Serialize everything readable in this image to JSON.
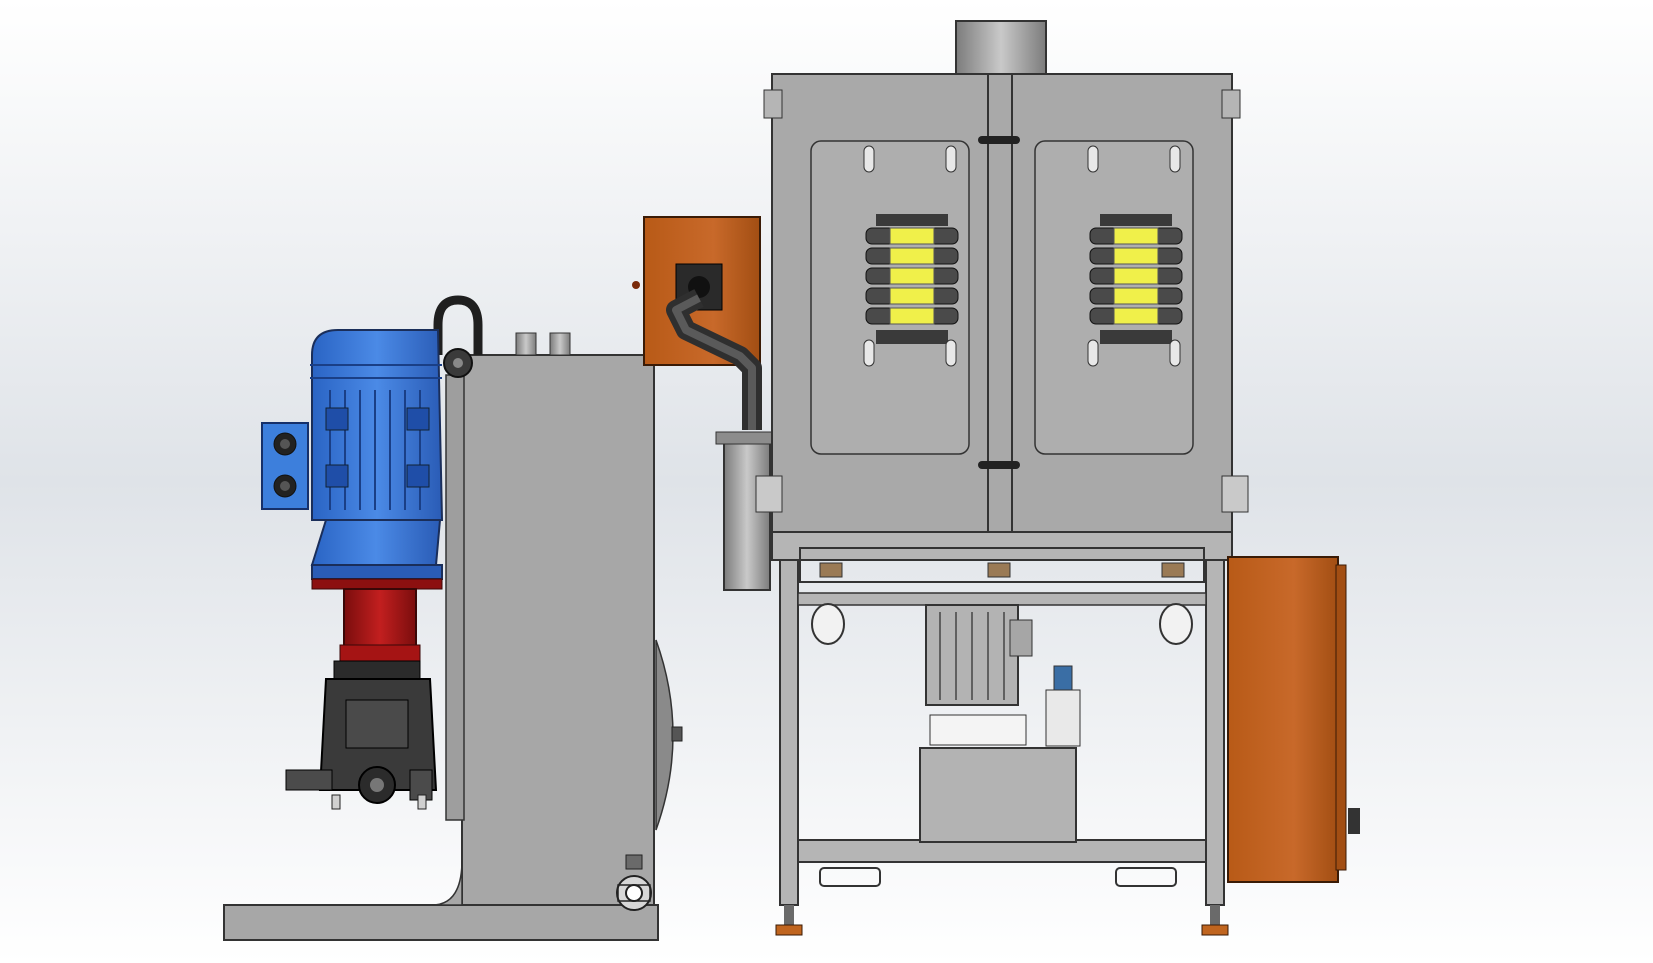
{
  "scene": {
    "kind": "cad-viewport",
    "background_top": "#ffffff",
    "background_mid": "#dfe3e8",
    "background_bottom": "#ffffff"
  },
  "components": {
    "electric_motor": {
      "color": "#3b7ad8",
      "icon": "motor-icon"
    },
    "motor_coupling": {
      "color": "#b01818"
    },
    "hydraulic_pump": {
      "color": "#2b2b2b"
    },
    "lifting_eye": {
      "color": "#2a2a2a"
    },
    "hydraulic_tank": {
      "color": "#a7a7a7"
    },
    "junction_box_upper": {
      "color": "#c0651f"
    },
    "junction_box_side": {
      "color": "#c0651f"
    },
    "cabinet": {
      "color": "#a9a9a9"
    },
    "valve_stacks": {
      "count": 2,
      "valves_per_stack": 5,
      "valve_color": "#f0f04a"
    },
    "mini_power_unit": {
      "color": "#b3b3b3"
    },
    "frame_stand": {
      "color": "#b5b5b5"
    },
    "leveling_feet": {
      "color": "#c0651f"
    }
  }
}
